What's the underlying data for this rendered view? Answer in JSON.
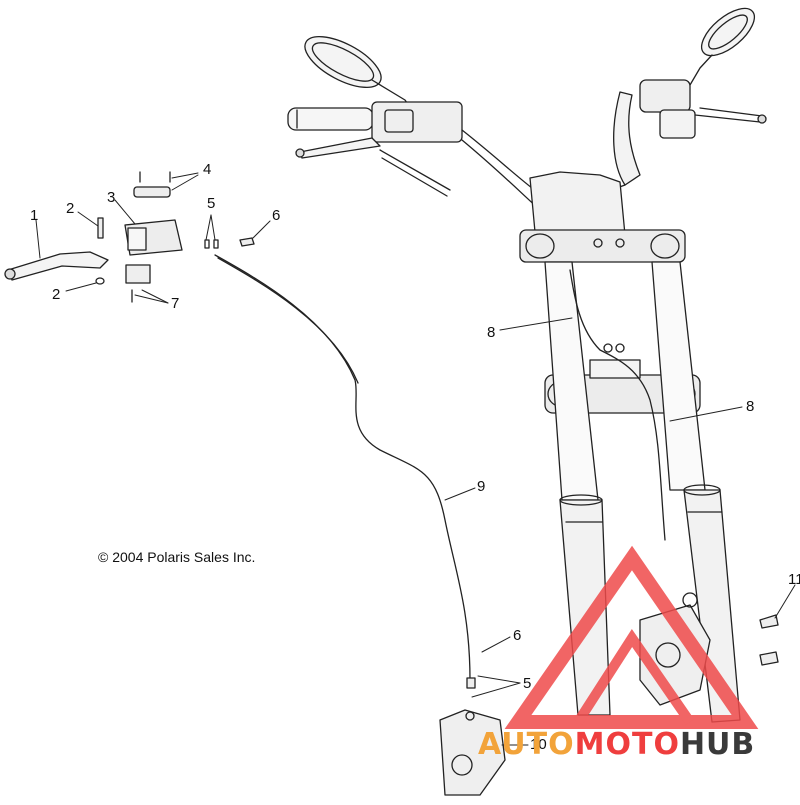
{
  "diagram": {
    "copyright": "© 2004 Polaris Sales Inc.",
    "callouts": [
      {
        "id": "1",
        "text": "1"
      },
      {
        "id": "2a",
        "text": "2"
      },
      {
        "id": "2b",
        "text": "2"
      },
      {
        "id": "3",
        "text": "3"
      },
      {
        "id": "4",
        "text": "4"
      },
      {
        "id": "5a",
        "text": "5"
      },
      {
        "id": "6a",
        "text": "6"
      },
      {
        "id": "7",
        "text": "7"
      },
      {
        "id": "8a",
        "text": "8"
      },
      {
        "id": "8b",
        "text": "8"
      },
      {
        "id": "9",
        "text": "9"
      },
      {
        "id": "6b",
        "text": "6"
      },
      {
        "id": "5b",
        "text": "5"
      },
      {
        "id": "10",
        "text": "10"
      },
      {
        "id": "11",
        "text": "11"
      }
    ]
  },
  "watermark": {
    "part1": "AUTO",
    "part2": "MOTO",
    "part3": "HUB",
    "colors": {
      "auto": "#f2a33a",
      "moto": "#ef3e3e",
      "hub": "#3a3a3a",
      "logo": "#ef4b4b"
    }
  }
}
